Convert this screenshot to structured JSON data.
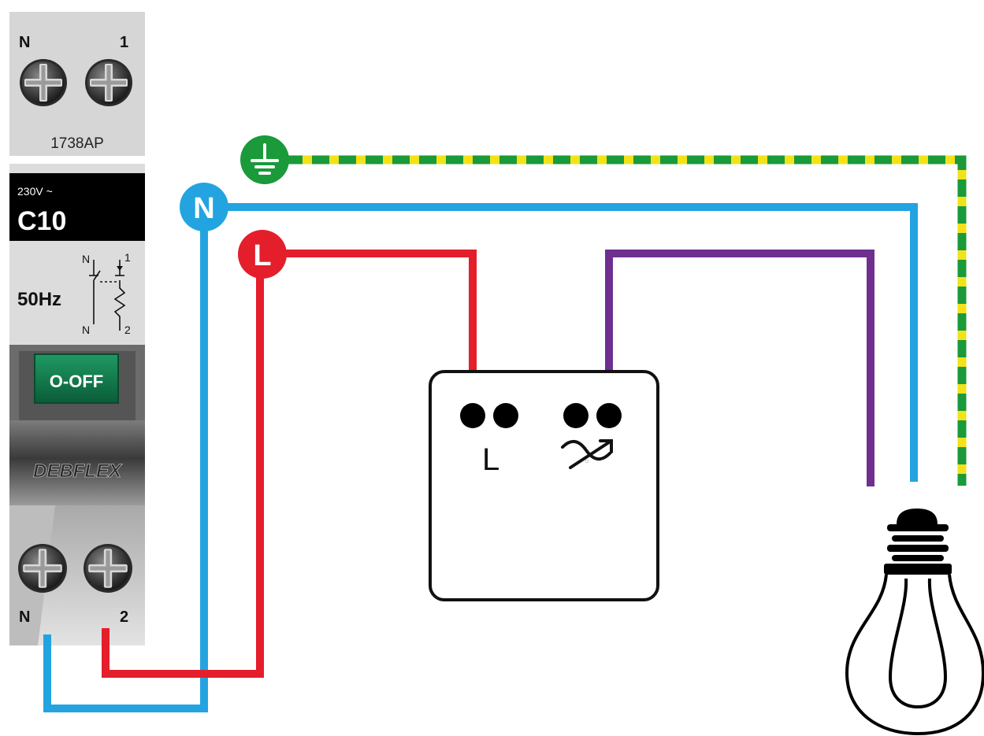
{
  "breaker": {
    "top_terminal_left": "N",
    "top_terminal_right": "1",
    "model": "1738AP",
    "voltage": "230V ~",
    "rating": "C10",
    "frequency": "50Hz",
    "schematic_n_top": "N",
    "schematic_n_bottom": "N",
    "schematic_1": "1",
    "schematic_2": "2",
    "switch_label": "O-OFF",
    "brand": "DEBFLEX",
    "bottom_terminal_left": "N",
    "bottom_terminal_right": "2"
  },
  "wires": {
    "earth_badge": "earth-icon",
    "neutral_badge": "N",
    "live_badge": "L",
    "earth_color": "#1a9a3a",
    "earth_stripe_color": "#f2e21a",
    "neutral_color": "#23a4e0",
    "live_color": "#e41e2b",
    "switched_color": "#6e2f8f"
  },
  "switch": {
    "line_label": "L",
    "load_symbol": "dimmer-icon"
  },
  "lamp": {
    "icon": "light-bulb-icon"
  }
}
